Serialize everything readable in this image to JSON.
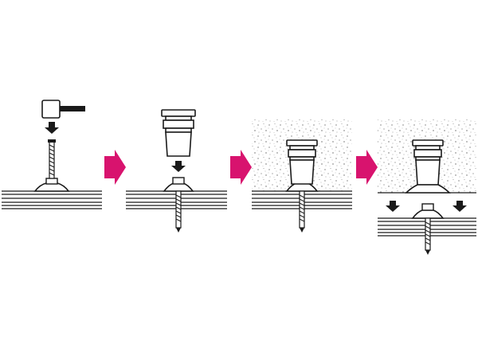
{
  "colors": {
    "background": "#ffffff",
    "ink": "#1a1a1a",
    "accent_arrow": "#d8136e",
    "speckle": "#777777"
  },
  "steps": [
    {
      "name": "step-1-hammer-nail",
      "icons": [
        "hammer-icon",
        "down-arrow-icon",
        "screw-icon",
        "washer-icon",
        "substrate-layers"
      ]
    },
    {
      "name": "step-2-place-sleeve",
      "icons": [
        "sleeve-icon",
        "down-arrow-icon",
        "washer-icon",
        "screw-icon",
        "substrate-layers"
      ]
    },
    {
      "name": "step-3-insulation-applied",
      "icons": [
        "speckle-insulation",
        "sleeve-icon",
        "washer-icon",
        "screw-icon",
        "substrate-layers"
      ]
    },
    {
      "name": "step-4-settlement",
      "icons": [
        "speckle-insulation",
        "sleeve-icon",
        "down-arrow-icon",
        "washer-icon",
        "screw-icon",
        "substrate-layers"
      ]
    }
  ],
  "transitions": [
    {
      "name": "transition-arrow-1-2",
      "icon": "right-arrow-icon"
    },
    {
      "name": "transition-arrow-2-3",
      "icon": "right-arrow-icon"
    },
    {
      "name": "transition-arrow-3-4",
      "icon": "right-arrow-icon"
    }
  ]
}
